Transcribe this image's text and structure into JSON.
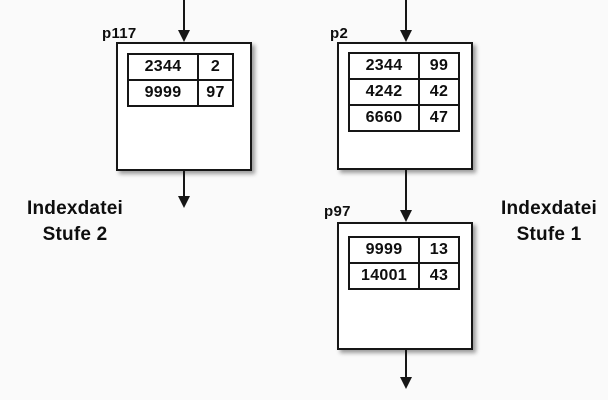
{
  "colors": {
    "background": "#fafafa",
    "box_fill": "#ffffff",
    "line": "#161616",
    "text": "#0e0e0e"
  },
  "icons": {
    "flow_arrow": "arrow-down"
  },
  "nodes": {
    "p117": {
      "label": "p117",
      "rows": [
        [
          "2344",
          "2"
        ],
        [
          "9999",
          "97"
        ]
      ]
    },
    "p2": {
      "label": "p2",
      "rows": [
        [
          "2344",
          "99"
        ],
        [
          "4242",
          "42"
        ],
        [
          "6660",
          "47"
        ]
      ]
    },
    "p97": {
      "label": "p97",
      "rows": [
        [
          "9999",
          "13"
        ],
        [
          "14001",
          "43"
        ]
      ]
    }
  },
  "captions": {
    "stufe2": {
      "line1": "Indexdatei",
      "line2": "Stufe 2"
    },
    "stufe1": {
      "line1": "Indexdatei",
      "line2": "Stufe 1"
    }
  }
}
